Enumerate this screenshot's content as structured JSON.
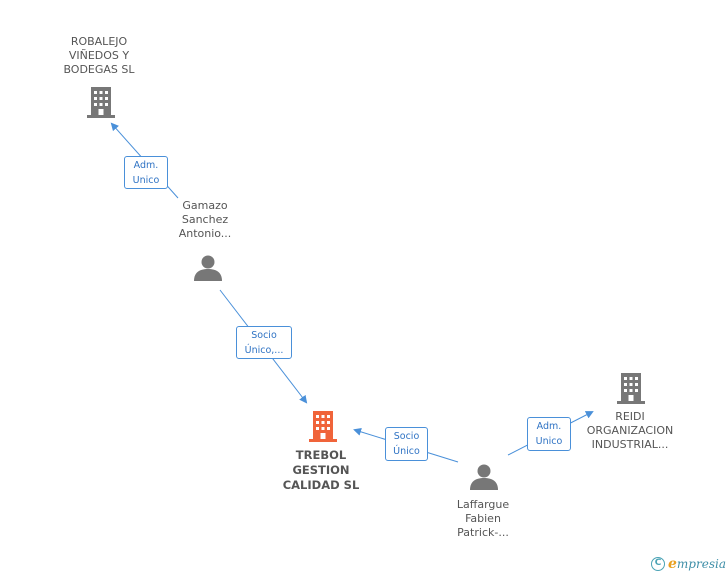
{
  "nodes": {
    "robalejo": {
      "label": "ROBALEJO\nVIÑEDOS Y\nBODEGAS SL",
      "type": "company",
      "icon": "building-icon",
      "color": "#777777"
    },
    "gamazo": {
      "label": "Gamazo\nSanchez\nAntonio...",
      "type": "person",
      "icon": "person-icon",
      "color": "#777777"
    },
    "trebol": {
      "label": "TREBOL\nGESTION\nCALIDAD SL",
      "type": "company",
      "icon": "building-icon",
      "color": "#f0643a",
      "main": true
    },
    "laffargue": {
      "label": "Laffargue\nFabien\nPatrick-...",
      "type": "person",
      "icon": "person-icon",
      "color": "#777777"
    },
    "reidi": {
      "label": "REIDI\nORGANIZACION\nINDUSTRIAL...",
      "type": "company",
      "icon": "building-icon",
      "color": "#777777"
    }
  },
  "edges": [
    {
      "from": "gamazo",
      "to": "robalejo",
      "label_line1": "Adm.",
      "label_line2": "Unico"
    },
    {
      "from": "gamazo",
      "to": "trebol",
      "label_line1": "Socio",
      "label_line2": "Único,..."
    },
    {
      "from": "laffargue",
      "to": "trebol",
      "label_line1": "Socio",
      "label_line2": "Único"
    },
    {
      "from": "laffargue",
      "to": "reidi",
      "label_line1": "Adm.",
      "label_line2": "Unico"
    }
  ],
  "colors": {
    "edge": "#4a90d9",
    "edge_label_text": "#2f73c4",
    "node_gray": "#777777",
    "node_main": "#f0643a"
  },
  "footer": {
    "copyright_symbol": "C",
    "brand_initial": "e",
    "brand_rest": "mpresia"
  }
}
